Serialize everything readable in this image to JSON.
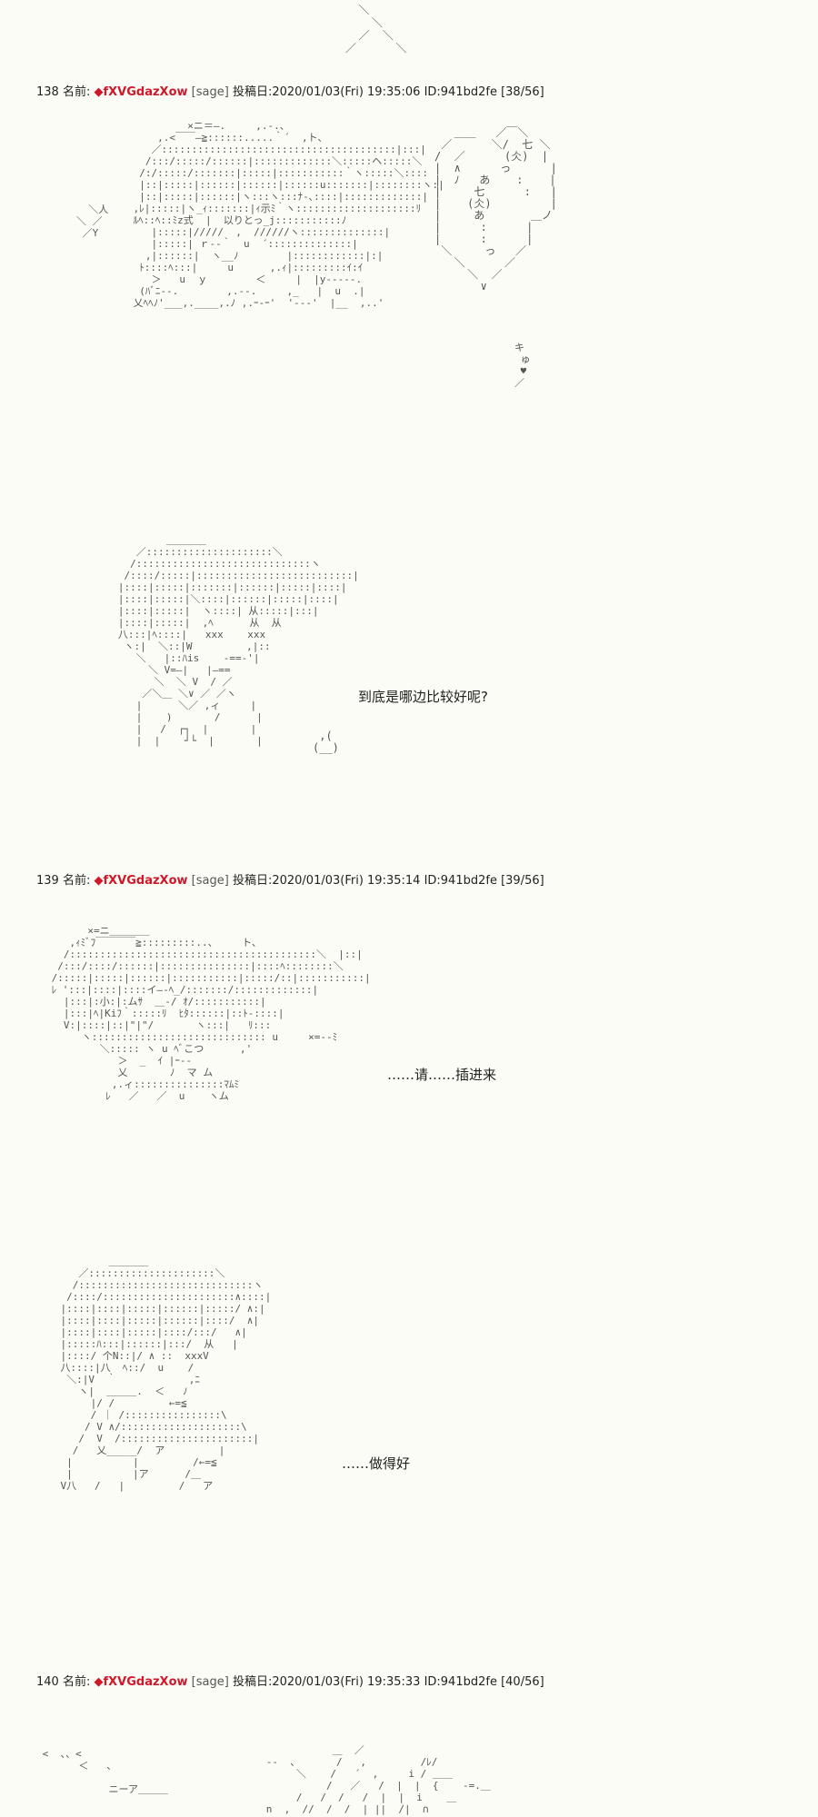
{
  "posts": [
    {
      "number": "138",
      "name_label": "名前:",
      "trip": "◆fXVGdazXow",
      "sage": "[sage]",
      "date_label": "投稿日:",
      "datetime": "2020/01/03(Fri) 19:35:06",
      "id": "ID:941bd2fe",
      "counter": "[38/56]",
      "lines": [
        "到底是哪边比较好呢?"
      ]
    },
    {
      "number": "139",
      "name_label": "名前:",
      "trip": "◆fXVGdazXow",
      "sage": "[sage]",
      "date_label": "投稿日:",
      "datetime": "2020/01/03(Fri) 19:35:14",
      "id": "ID:941bd2fe",
      "counter": "[39/56]",
      "lines": [
        "……请……插进来",
        "……做得好"
      ]
    },
    {
      "number": "140",
      "name_label": "名前:",
      "trip": "◆fXVGdazXow",
      "sage": "[sage]",
      "date_label": "投稿日:",
      "datetime": "2020/01/03(Fri) 19:35:33",
      "id": "ID:941bd2fe",
      "counter": "[40/56]",
      "lines": []
    }
  ],
  "art_text": {
    "top_peak": "  ＼\n    ＼\n  ／  ＼\n／      ＼",
    "scene_138": "          ×ニ＝―.     ,.-.、\n     ,.<￣￣―≧::::::.....｀´  ,ト、\n    ／:::::::::::::::::::::::::::::::::::::::|:::|\n   /:::/:::::/::::::|:::::::::::::＼:::::ヘ:::::＼\n  /:/:::::/:::::::|:::::|:::::::::::｀ヽ:::::＼::::\n  |::|:::::|::::::|::::::|::::::u:::::::|::::::::ヽ:|\n  |::|:::::|::::::|ヽ:::ヽ:::ﾅ-､::::|:::::::::::::|\n ,ﾚ|:::::|ヽ_ｨ:::::::|ｨ示ﾐ｀ヽ::::::::::::::::::::ﾘ\n ﾙﾍ::ﾍ::ﾐz式  |  以りとっ_j:::::::::::ﾉ\n    |:::::|/////  ,  //////ヽ::::::::::::::|\n    |:::::| ｒ‐-｀  u  ´::::::::::::::|\n   ,|::::::|  ヽ__ﾉ        |::::::::::::|:|\n  ﾄ::::ﾍ:::|     u      ,.ｨ|:::::::::ｲ:ｲ\n    ＞   u  ｙ        ＜     |  |y‐‐‐--.\n  (ﾊﾞﾆ-‐.        ,.--.     ,_   |  u  .|\n 乂ﾍﾍﾉ'___,.____,.ﾉ ,.ｰ‐ｰ'  '‐-‐'  |__  ,..'",
    "bubble_138": "   ＿＿   ／￣＼\n ／      ＼/  七 ＼\n/  ／      (仌)  |\n|  ∧      っ      |\n|  ﾉ   あ    :    |\n|     七      :   |\n|    (仌)         |\n|     あ       ＿ノ\n|      :      |\n|      :      |\n ＼     っ   ／\n   ＼      ／\n     ＼  ／\n       ∨",
    "kyu": "キ\n ゅ\n ♥\n／",
    "mark_138": "  ＼人\n＼ ／\n ／Y",
    "girl_138": "           ＿＿＿＿\n      ／:::::::::::::::::::::＼\n     /:::::::::::::::::::::::::::::ヽ\n    /::::/:::::|::::::::::::::::::::::::::|\n   |::::|:::::|:::::::|::::::|:::::|::::|\n   |::::|:::::|＼::::|::::::|:::::|::::|\n   |::::|:::::|  ヽ::::| 从:::::|:::|\n   |::::|:::::|  ,ﾍ      从  从\n   八:::|ﾍ::::|   xxx    xxx\n    ヽ:|  ＼::|W         ,|::\n      ＼   |::ﾊis    ‐==-'|\n        ＼ V=―|   |―==\n         ＼  ＼ V  / ／\n       ／＼＿ ＼∨ ／ ／ヽ\n      |      ＼／ ,ィ     |\n      |    )       /      |\n      |   /  ┌┐  |       |\n      |  |    ┘└  |       |",
    "hand_138": " ,(\n(__)",
    "scene_139": "       ×=ニ＿＿＿＿\n    ,ｨﾐﾞﾌ￣￣￣￣≧:::::::::..、    ト、\n   /:::::::::::::::::::::::::::::::::::::::::＼  |::|\n  /:::/::::/::::::|:::::::::::::::|::::ﾍ::::::::＼\n /:::::|:::::|::::::|:::::::::::|:::::/::|:::::::::::|\n ﾚ ':::|::::|::::イ―‐ﾍ_/:::::::/:::::::::::::|\n   |:::|:小:|:ムｻ  ＿-/ ｵ/:::::::::::|\n   |:::|ﾍ|Kiﾌ｀:::::ﾘ  ﾋﾀ::::::|::ﾄ‐::::|\n   V:|::::|::|\"|\"/       ヽ:::|   ﾘ:::\n      ヽ::::::::::::::::::::::::::::: u     ×=-‐ﾐ\n         ＼::::: ヽ u ﾍﾞこつ      ,'\n            ＞  _  ｲ |ｰ-‐\n            乂       ﾉ  マ ム\n           ,.ィ:::::::::::::::ﾏﾑﾐ\n          ﾚ   ／   ／  u    ヽム",
    "girl_139": "            ＿＿＿＿\n       ／:::::::::::::::::::::＼\n      /:::::::::::::::::::::::::::::ヽ\n     /::::/::::::::::::::::::::::∧::::|\n    |::::|::::|:::::|::::::|:::::/ ∧:|\n    |::::|::::|:::::|::::::|::::/  ∧|\n    |::::|::::|:::::|::::/:::/   ∧|\n    |:::::ﾊ:::|::::::|:::/  从   |\n    |::::/ 个N::|/ ∧ ::  xxxV\n    八::::|八  ﾍ::/  u    /\n     ＼:|V  ｀            ,ﾆ\n       ヽ|  ＿＿＿.  ＜   ﾉ\n         |/ /         ←=≦\n         / ｜ /::::::::::::::::\\\n        / V ∧/::::::::::::::::::::\\\n       /  V  /::::::::::::::::::::::|\n      /   乂_____/  ア         |\n     |          |         /←=≦\n     |          |ア      /＿\n    V八   /   |         /   ア",
    "scene_140": " <  、、<\n       ＜   、\n\n            ニーア＿＿＿",
    "scene_140b": "                         ＿  ／\n              --  、      /   ,         /ﾚ/\n                   ＼    /   ´  ,     i / ＿＿\n                        /   ／   /  |  |  {    -=.＿\n                   /   /  /   /  |  |  i    ＿\n              n  ,  //  /  /  | ||  /|  ∩"
  }
}
